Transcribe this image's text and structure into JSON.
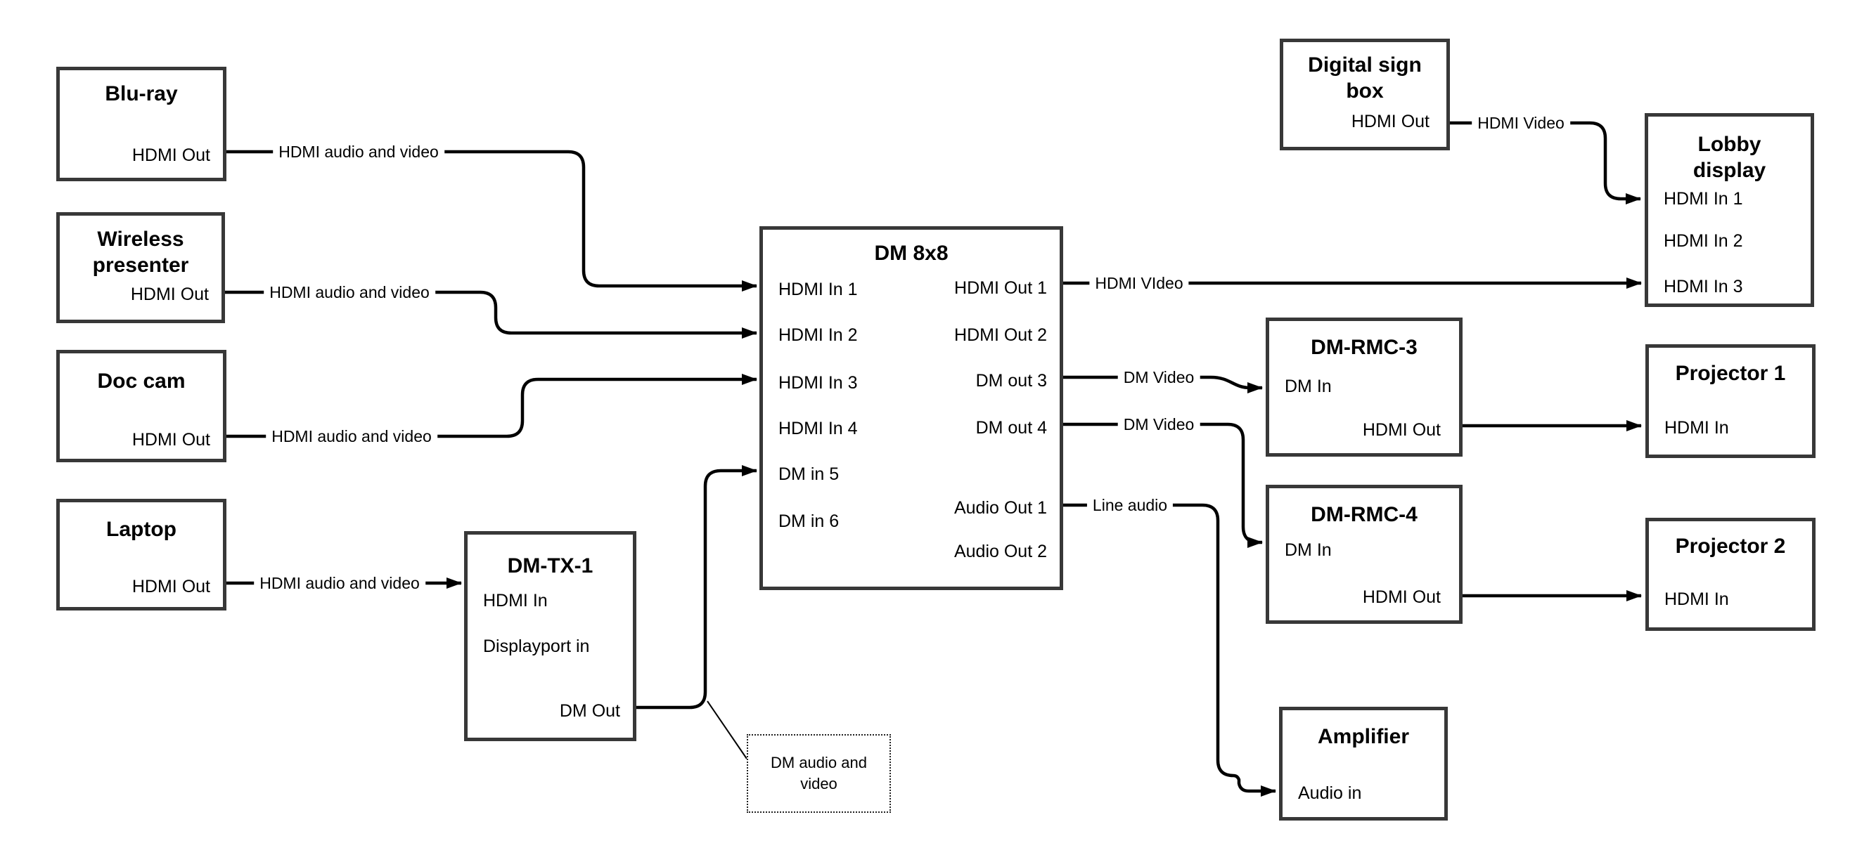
{
  "diagram": {
    "type": "av-signal-flow",
    "note": {
      "text": "DM audio and video"
    }
  },
  "nodes": {
    "bluray": {
      "title": "Blu-ray",
      "ports": [
        {
          "label": "HDMI Out"
        }
      ]
    },
    "wireless": {
      "title": "Wireless presenter",
      "ports": [
        {
          "label": "HDMI Out"
        }
      ]
    },
    "doccam": {
      "title": "Doc cam",
      "ports": [
        {
          "label": "HDMI Out"
        }
      ]
    },
    "laptop": {
      "title": "Laptop",
      "ports": [
        {
          "label": "HDMI Out"
        }
      ]
    },
    "dmtx1": {
      "title": "DM-TX-1",
      "ports": [
        {
          "label": "HDMI In"
        },
        {
          "label": "Displayport in"
        },
        {
          "label": "DM Out"
        }
      ]
    },
    "dm8x8": {
      "title": "DM 8x8",
      "ports_in": [
        {
          "label": "HDMI In 1"
        },
        {
          "label": "HDMI In 2"
        },
        {
          "label": "HDMI In 3"
        },
        {
          "label": "HDMI In 4"
        },
        {
          "label": "DM in 5"
        },
        {
          "label": "DM in 6"
        }
      ],
      "ports_out": [
        {
          "label": "HDMI Out 1"
        },
        {
          "label": "HDMI Out 2"
        },
        {
          "label": "DM out 3"
        },
        {
          "label": "DM out 4"
        },
        {
          "label": "Audio Out 1"
        },
        {
          "label": "Audio Out 2"
        }
      ]
    },
    "signbox": {
      "title": "Digital sign box",
      "ports": [
        {
          "label": "HDMI Out"
        }
      ]
    },
    "lobby": {
      "title": "Lobby display",
      "ports": [
        {
          "label": "HDMI In 1"
        },
        {
          "label": "HDMI In 2"
        },
        {
          "label": "HDMI In 3"
        }
      ]
    },
    "rmc3": {
      "title": "DM-RMC-3",
      "ports": [
        {
          "label": "DM In"
        },
        {
          "label": "HDMI Out"
        }
      ]
    },
    "proj1": {
      "title": "Projector 1",
      "ports": [
        {
          "label": "HDMI In"
        }
      ]
    },
    "rmc4": {
      "title": "DM-RMC-4",
      "ports": [
        {
          "label": "DM In"
        },
        {
          "label": "HDMI Out"
        }
      ]
    },
    "proj2": {
      "title": "Projector 2",
      "ports": [
        {
          "label": "HDMI In"
        }
      ]
    },
    "amp": {
      "title": "Amplifier",
      "ports": [
        {
          "label": "Audio in"
        }
      ]
    }
  },
  "connections": [
    {
      "label": "HDMI audio and video",
      "from": "Blu-ray HDMI Out",
      "to": "DM 8x8 HDMI In 1"
    },
    {
      "label": "HDMI audio and video",
      "from": "Wireless presenter HDMI Out",
      "to": "DM 8x8 HDMI In 2"
    },
    {
      "label": "HDMI audio and video",
      "from": "Doc cam HDMI Out",
      "to": "DM 8x8 HDMI In 3"
    },
    {
      "label": "HDMI audio and video",
      "from": "Laptop HDMI Out",
      "to": "DM-TX-1 HDMI In"
    },
    {
      "label": "",
      "from": "DM-TX-1 DM Out",
      "to": "DM 8x8 DM in 5"
    },
    {
      "label": "HDMI VIdeo",
      "from": "DM 8x8 HDMI Out 1",
      "to": "Lobby display HDMI In 3"
    },
    {
      "label": "DM Video",
      "from": "DM 8x8 DM out 3",
      "to": "DM-RMC-3 DM In"
    },
    {
      "label": "DM Video",
      "from": "DM 8x8 DM out 4",
      "to": "DM-RMC-4 DM In"
    },
    {
      "label": "Line audio",
      "from": "DM 8x8 Audio Out 1",
      "to": "Amplifier Audio in"
    },
    {
      "label": "HDMI Video",
      "from": "Digital sign box HDMI Out",
      "to": "Lobby display HDMI In 1"
    },
    {
      "label": "",
      "from": "DM-RMC-3 HDMI Out",
      "to": "Projector 1 HDMI In"
    },
    {
      "label": "",
      "from": "DM-RMC-4 HDMI Out",
      "to": "Projector 2 HDMI In"
    }
  ],
  "colors": {
    "line": "#000000",
    "box_border": "#383838",
    "background": "#ffffff"
  }
}
